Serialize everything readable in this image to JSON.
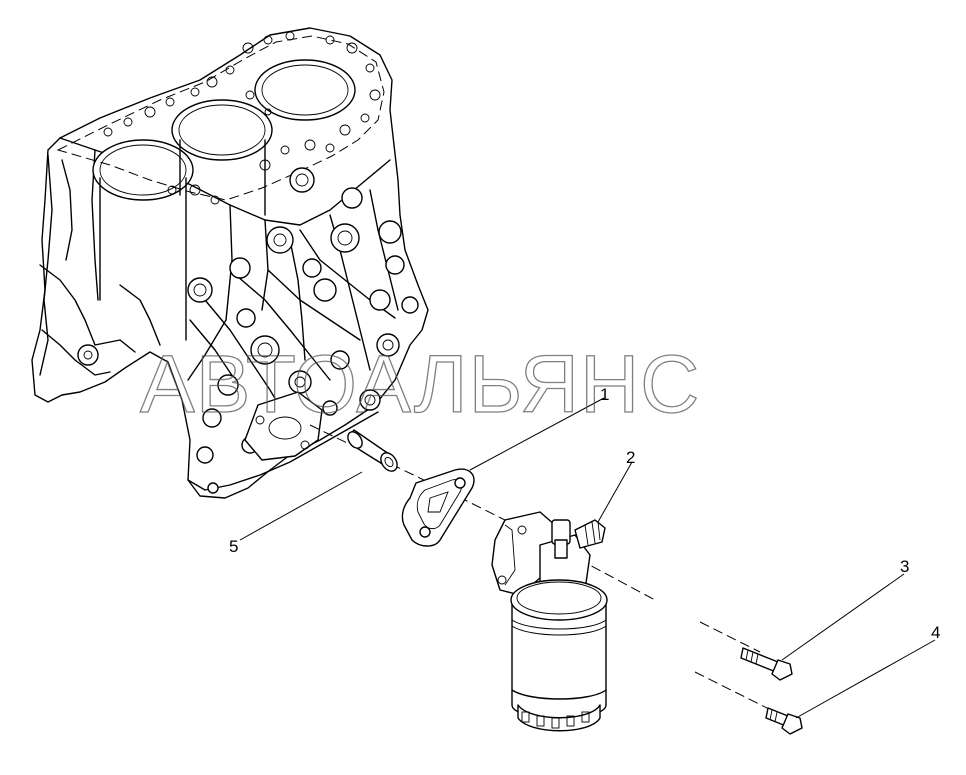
{
  "watermark": "АВТОАЛЬЯНС",
  "callouts": [
    {
      "id": "1",
      "label": "1"
    },
    {
      "id": "2",
      "label": "2"
    },
    {
      "id": "3",
      "label": "3"
    },
    {
      "id": "4",
      "label": "4"
    },
    {
      "id": "5",
      "label": "5"
    }
  ],
  "colors": {
    "line": "#000000",
    "background": "#ffffff",
    "watermark": "#555555"
  }
}
